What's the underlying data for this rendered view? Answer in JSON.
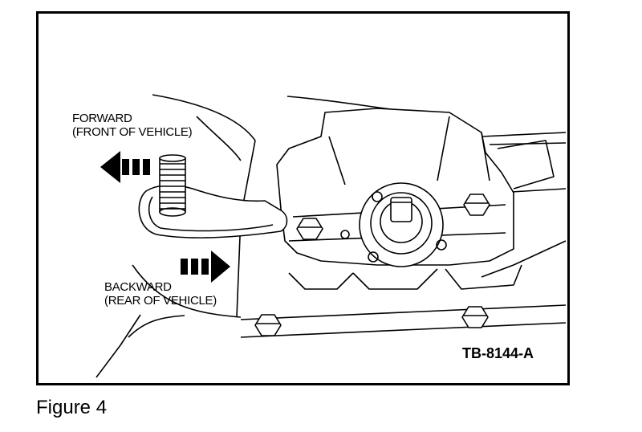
{
  "figure": {
    "caption": "Figure 4",
    "drawing_code": "TB-8144-A"
  },
  "labels": {
    "forward_line1": "FORWARD",
    "forward_line2": "(FRONT OF VEHICLE)",
    "backward_line1": "BACKWARD",
    "backward_line2": "(REAR OF VEHICLE)"
  },
  "arrows": {
    "forward": "left-arrow-icon",
    "backward": "right-arrow-icon"
  }
}
